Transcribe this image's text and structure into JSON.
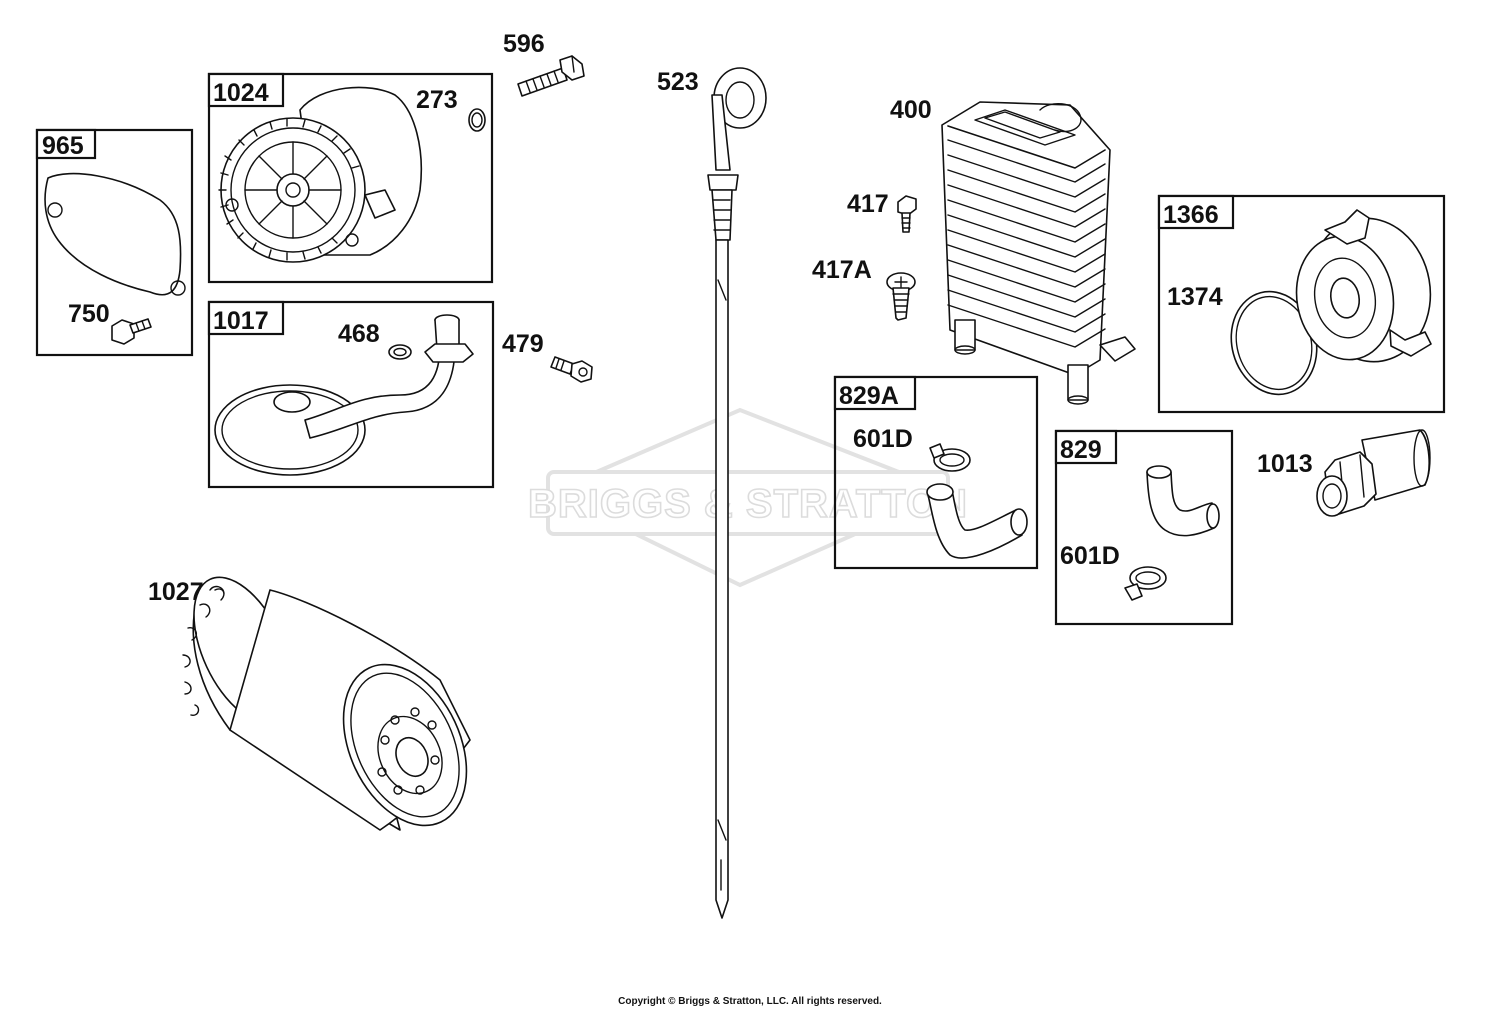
{
  "watermark": {
    "text": "BRIGGS & STRATTON"
  },
  "copyright": "Copyright © Briggs & Stratton, LLC. All rights reserved.",
  "box_tags": {
    "b965": "965",
    "b1024": "1024",
    "b1017": "1017",
    "b829A": "829A",
    "b829": "829",
    "b1366": "1366"
  },
  "part_labels": {
    "p596": "596",
    "p273": "273",
    "p750": "750",
    "p468": "468",
    "p479": "479",
    "p1027": "1027",
    "p523": "523",
    "p400": "400",
    "p417": "417",
    "p417A": "417A",
    "p601D_a": "601D",
    "p601D_b": "601D",
    "p1374": "1374",
    "p1013": "1013"
  }
}
